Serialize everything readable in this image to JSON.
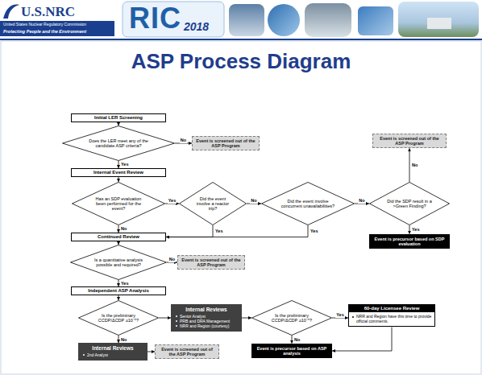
{
  "diagram": {
    "title": "ASP Process Diagram",
    "nodes": [
      {
        "text": [
          "Initial LER Screening"
        ]
      },
      {
        "text": [
          "Does the LER meet any of the candidate ASP criteria?"
        ]
      },
      {
        "text": [
          "Event is screened out of the ASP Program"
        ]
      },
      {
        "text": [
          "Event is screened out of the ASP Program"
        ]
      },
      {
        "text": [
          "Internal Event Review"
        ]
      },
      {
        "text": [
          "Has an SDP evaluation been performed for the event?"
        ]
      },
      {
        "text": [
          "Did the event involve a reactor trip?"
        ]
      },
      {
        "text": [
          "Did the event involve concurrent unavailabilities?"
        ]
      },
      {
        "text": [
          "Did the SDP result in a >Green Finding?"
        ]
      },
      {
        "text": [
          "Continued Review"
        ]
      },
      {
        "text": [
          "Event is precursor based on SDP evaluation"
        ]
      },
      {
        "text": [
          "Is a quantitative analysis possible and required?"
        ]
      },
      {
        "text": [
          "Event is screened out of the ASP Program"
        ]
      },
      {
        "text": [
          "Independent ASP Analysis"
        ]
      },
      {
        "text": [
          "Is the preliminary CCDP/ΔCDP ≥10⁻⁶?"
        ]
      },
      {
        "text": [
          "Internal Reviews",
          "Senior Analyst",
          "PRB and DRA Management",
          "NRR and Region (courtesy)"
        ]
      },
      {
        "text": [
          "Is the preliminary CCDP/ΔCDP ≥10⁻⁶?"
        ]
      },
      {
        "text": [
          "60-day Licensee Review",
          "NRR and Region have this time to provide official comments."
        ]
      },
      {
        "text": [
          "Internal Reviews",
          "2nd Analyst"
        ]
      },
      {
        "text": [
          "Event is screened out of the ASP Program"
        ]
      },
      {
        "text": [
          "Event is precursor based on ASP analysis"
        ]
      }
    ],
    "edges": [
      {
        "from": 0,
        "to": 1,
        "arrow": "to"
      },
      {
        "from": 1,
        "to": 2,
        "label": "No",
        "arrow": "to"
      },
      {
        "from": 1,
        "to": 4,
        "label": "Yes",
        "arrow": "to"
      },
      {
        "from": 4,
        "to": 5,
        "arrow": "to"
      },
      {
        "from": 5,
        "to": 6,
        "label": "Yes",
        "arrow": "to"
      },
      {
        "from": 5,
        "to": 9,
        "label": "No",
        "arrow": "to"
      },
      {
        "from": 6,
        "to": 7,
        "label": "No",
        "arrow": "to"
      },
      {
        "from": 6,
        "to": 9,
        "label": "Yes",
        "arrow": "to"
      },
      {
        "from": 7,
        "to": 8,
        "label": "No",
        "arrow": "to"
      },
      {
        "from": 7,
        "to": 9,
        "label": "Yes",
        "arrow": "to"
      },
      {
        "from": 8,
        "to": 3,
        "label": "No",
        "arrow": "to"
      },
      {
        "from": 8,
        "to": 10,
        "label": "Yes",
        "arrow": "to"
      },
      {
        "from": 9,
        "to": 11,
        "arrow": "to"
      },
      {
        "from": 11,
        "to": 12,
        "label": "No",
        "arrow": "to"
      },
      {
        "from": 11,
        "to": 13,
        "label": "Yes",
        "arrow": "to"
      },
      {
        "from": 13,
        "to": 14,
        "arrow": "to"
      },
      {
        "from": 14,
        "to": 15,
        "arrow": "to"
      },
      {
        "from": 15,
        "to": 16,
        "arrow": "to"
      },
      {
        "from": 16,
        "to": 17,
        "label": "Yes",
        "arrow": "to"
      },
      {
        "from": 16,
        "to": 20,
        "label": "No",
        "arrow": "to"
      },
      {
        "from": 17,
        "to": 20,
        "arrow": "to"
      },
      {
        "from": 14,
        "to": 18,
        "label": "No",
        "arrow": "to"
      },
      {
        "from": 18,
        "to": 19,
        "arrow": "to"
      }
    ],
    "labels": [
      "U.S.NRC",
      "United States Nuclear Regulatory Commission",
      "Protecting People and the Environment",
      "RIC",
      "2018"
    ]
  }
}
